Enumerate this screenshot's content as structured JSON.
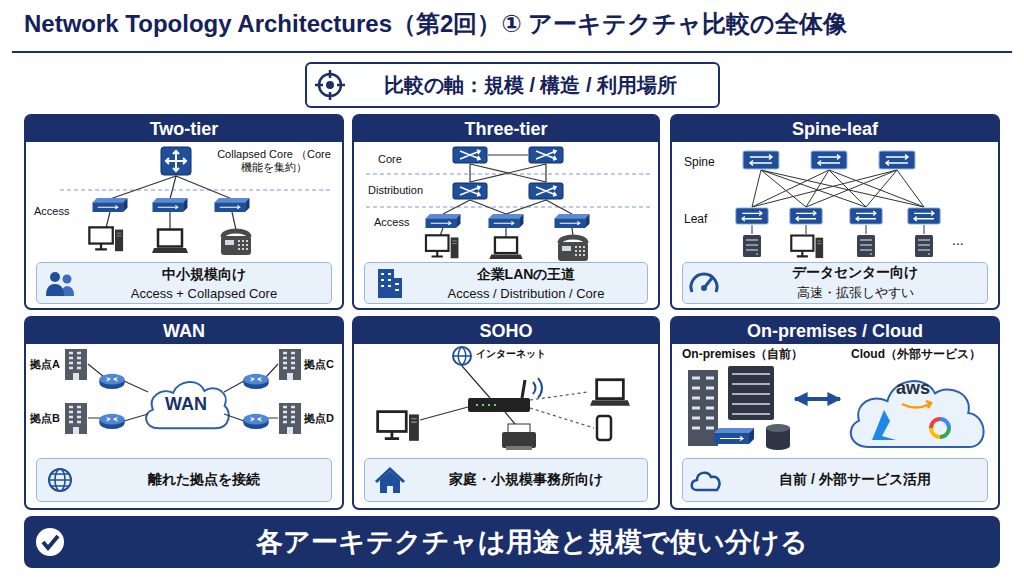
{
  "diagram": {
    "title": "Network Topology Architectures（第2回）① アーキテクチャ比較の全体像",
    "nodes": [
      {
        "text": [
          "比較の軸：規模 / 構造 / 利用場所"
        ]
      },
      {
        "text": [
          "Two-tier"
        ]
      },
      {
        "text": [
          "中小規模向け",
          "Access + Collapsed Core"
        ],
        "in": 1
      },
      {
        "text": [
          "Three-tier"
        ]
      },
      {
        "text": [
          "企業LANの王道",
          "Access / Distribution / Core"
        ],
        "in": 3
      },
      {
        "text": [
          "Spine-leaf"
        ]
      },
      {
        "text": [
          "データセンター向け",
          "高速・拡張しやすい"
        ],
        "in": 5
      },
      {
        "text": [
          "WAN"
        ]
      },
      {
        "text": [
          "WAN"
        ],
        "in": 7
      },
      {
        "text": [
          "離れた拠点を接続"
        ],
        "in": 7
      },
      {
        "text": [
          "SOHO"
        ]
      },
      {
        "text": [
          "家庭・小規模事務所向け"
        ],
        "in": 10
      },
      {
        "text": [
          "On-premises / Cloud"
        ]
      },
      {
        "text": [
          "On-premises（自前）"
        ],
        "in": 12
      },
      {
        "text": [
          "Cloud（外部サービス）",
          "aws"
        ],
        "in": 12
      },
      {
        "text": [
          "自前 / 外部サービス活用"
        ],
        "in": 12
      },
      {
        "text": [
          "各アーキテクチャは用途と規模で使い分ける"
        ]
      }
    ],
    "edges": [
      {
        "from": 13,
        "to": 14,
        "arrow": "both"
      }
    ],
    "labels": [
      "Collapsed Core （Core機能を集約）",
      "Access",
      "Core",
      "Distribution",
      "Access",
      "Spine",
      "Leaf",
      "...",
      "拠点A",
      "拠点B",
      "拠点C",
      "拠点D",
      "インターネット"
    ]
  }
}
